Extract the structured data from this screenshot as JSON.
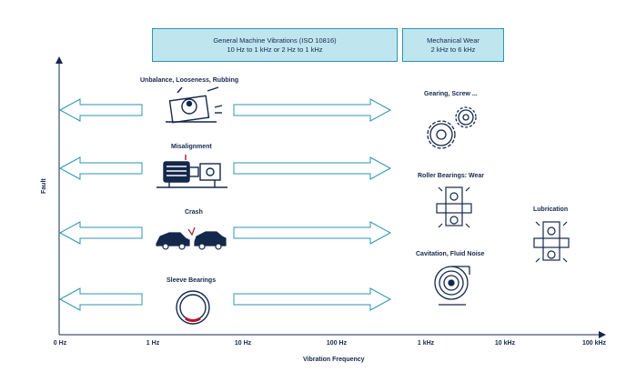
{
  "headers": {
    "general": {
      "line1": "General Machine Vibrations (ISO 10816)",
      "line2": "10 Hz to 1 kHz or 2 Hz to 1 kHz"
    },
    "mechanical": {
      "line1": "Mechanical Wear",
      "line2": "2 kHz to 6 kHz"
    }
  },
  "faults": {
    "unbalance": "Unbalance, Looseness, Rubbing",
    "misalignment": "Misalignment",
    "crash": "Crash",
    "sleeve": "Sleeve Bearings",
    "gearing": "Gearing, Screw ...",
    "roller": "Roller Bearings: Wear",
    "cavitation": "Cavitation, Fluid Noise",
    "lubrication": "Lubrication"
  },
  "axis": {
    "y_title": "Fault",
    "x_title": "Vibration Frequency",
    "ticks": [
      "0 Hz",
      "1 Hz",
      "10 Hz",
      "100 Hz",
      "1 kHz",
      "10 kHz",
      "100 kHz"
    ]
  },
  "icons": {
    "unbalance": "unbalanced-motor-icon",
    "misalignment": "motor-coupling-icon",
    "crash": "car-crash-icon",
    "sleeve": "sleeve-bearing-icon",
    "gearing": "gears-icon",
    "roller": "roller-bearing-icon",
    "cavitation": "pump-icon",
    "lubrication": "roller-bearing-icon"
  },
  "colors": {
    "header_fill": "#bfe6ef",
    "arrow_stroke": "#2c93b3",
    "ink": "#14284b",
    "accent": "#c0102a"
  }
}
